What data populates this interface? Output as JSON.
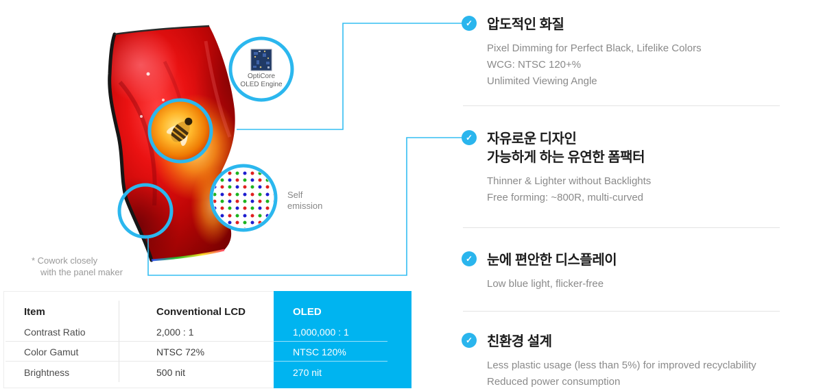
{
  "accent": "#00b4f0",
  "check_glyph": "✓",
  "panel_note": {
    "line1": "* Cowork closely",
    "line2": "with the panel maker"
  },
  "callouts": {
    "opticore": {
      "line1": "OptiCore",
      "line2": "OLED Engine"
    },
    "self_emission": {
      "line1": "Self",
      "line2": "emission"
    }
  },
  "features": [
    {
      "title_lines": [
        "압도적인 화질"
      ],
      "body": [
        "Pixel Dimming for Perfect Black, Lifelike Colors",
        "WCG: NTSC 120+%",
        "Unlimited Viewing Angle"
      ]
    },
    {
      "title_lines": [
        "자유로운 디자인",
        "가능하게 하는 유연한 폼팩터"
      ],
      "body": [
        "Thinner & Lighter without Backlights",
        "Free forming: ~800R, multi-curved"
      ]
    },
    {
      "title_lines": [
        "눈에 편안한 디스플레이"
      ],
      "body": [
        "Low blue light, flicker-free"
      ]
    },
    {
      "title_lines": [
        "친환경 설계"
      ],
      "body": [
        "Less plastic usage (less than 5%) for improved recyclability",
        "Reduced power consumption"
      ]
    }
  ],
  "table": {
    "headers": [
      "Item",
      "Conventional LCD",
      "OLED"
    ],
    "rows": [
      {
        "label": "Contrast Ratio",
        "lcd": "2,000 : 1",
        "oled": "1,000,000 : 1"
      },
      {
        "label": "Color Gamut",
        "lcd": "NTSC 72%",
        "oled": "NTSC 120%"
      },
      {
        "label": "Brightness",
        "lcd": "500 nit",
        "oled": "270 nit"
      }
    ]
  }
}
